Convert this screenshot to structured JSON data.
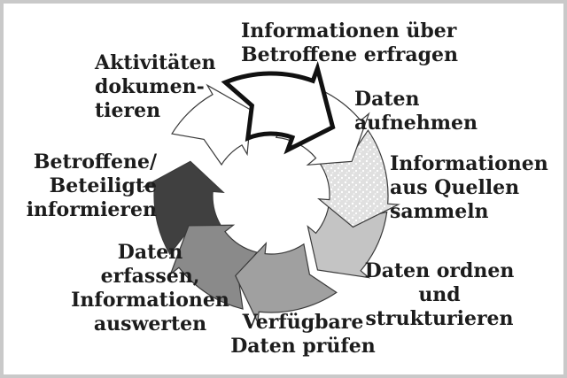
{
  "page": {
    "background": "#ffffff",
    "border_color": "#c9c9c9",
    "text_color": "#1c1c1c"
  },
  "diagram": {
    "type": "cycle",
    "direction": "clockwise",
    "steps": [
      {
        "id": 1,
        "label": "Informationen über\nBetroffene erfragen",
        "arrow_color": "#ffffff",
        "arrow_style": "bold-black-outline",
        "highlighted": true,
        "position": "top"
      },
      {
        "id": 2,
        "label": "Daten\naufnehmen",
        "arrow_color": "#ffffff",
        "arrow_style": "thin-outline",
        "position": "top-right"
      },
      {
        "id": 3,
        "label": "Informationen\naus Quellen\nsammeln",
        "arrow_color": "#e0e0e0",
        "arrow_style": "speckled",
        "position": "right"
      },
      {
        "id": 4,
        "label": "Daten ordnen\nund strukturieren",
        "arrow_color": "#c4c4c4",
        "arrow_style": "flat",
        "position": "bottom-right"
      },
      {
        "id": 5,
        "label": "Verfügbare\nDaten prüfen",
        "arrow_color": "#a0a0a0",
        "arrow_style": "flat",
        "position": "bottom"
      },
      {
        "id": 6,
        "label": "Daten\nerfassen,\nInformationen\nauswerten",
        "arrow_color": "#8a8a8a",
        "arrow_style": "flat",
        "position": "bottom-left"
      },
      {
        "id": 7,
        "label": "Betroffene/\nBeteiligte\ninformieren",
        "arrow_color": "#404040",
        "arrow_style": "flat",
        "position": "left"
      },
      {
        "id": 8,
        "label": "Aktivitäten\ndokumen-\ntieren",
        "arrow_color": "#ffffff",
        "arrow_style": "thin-outline",
        "position": "top-left"
      }
    ]
  }
}
